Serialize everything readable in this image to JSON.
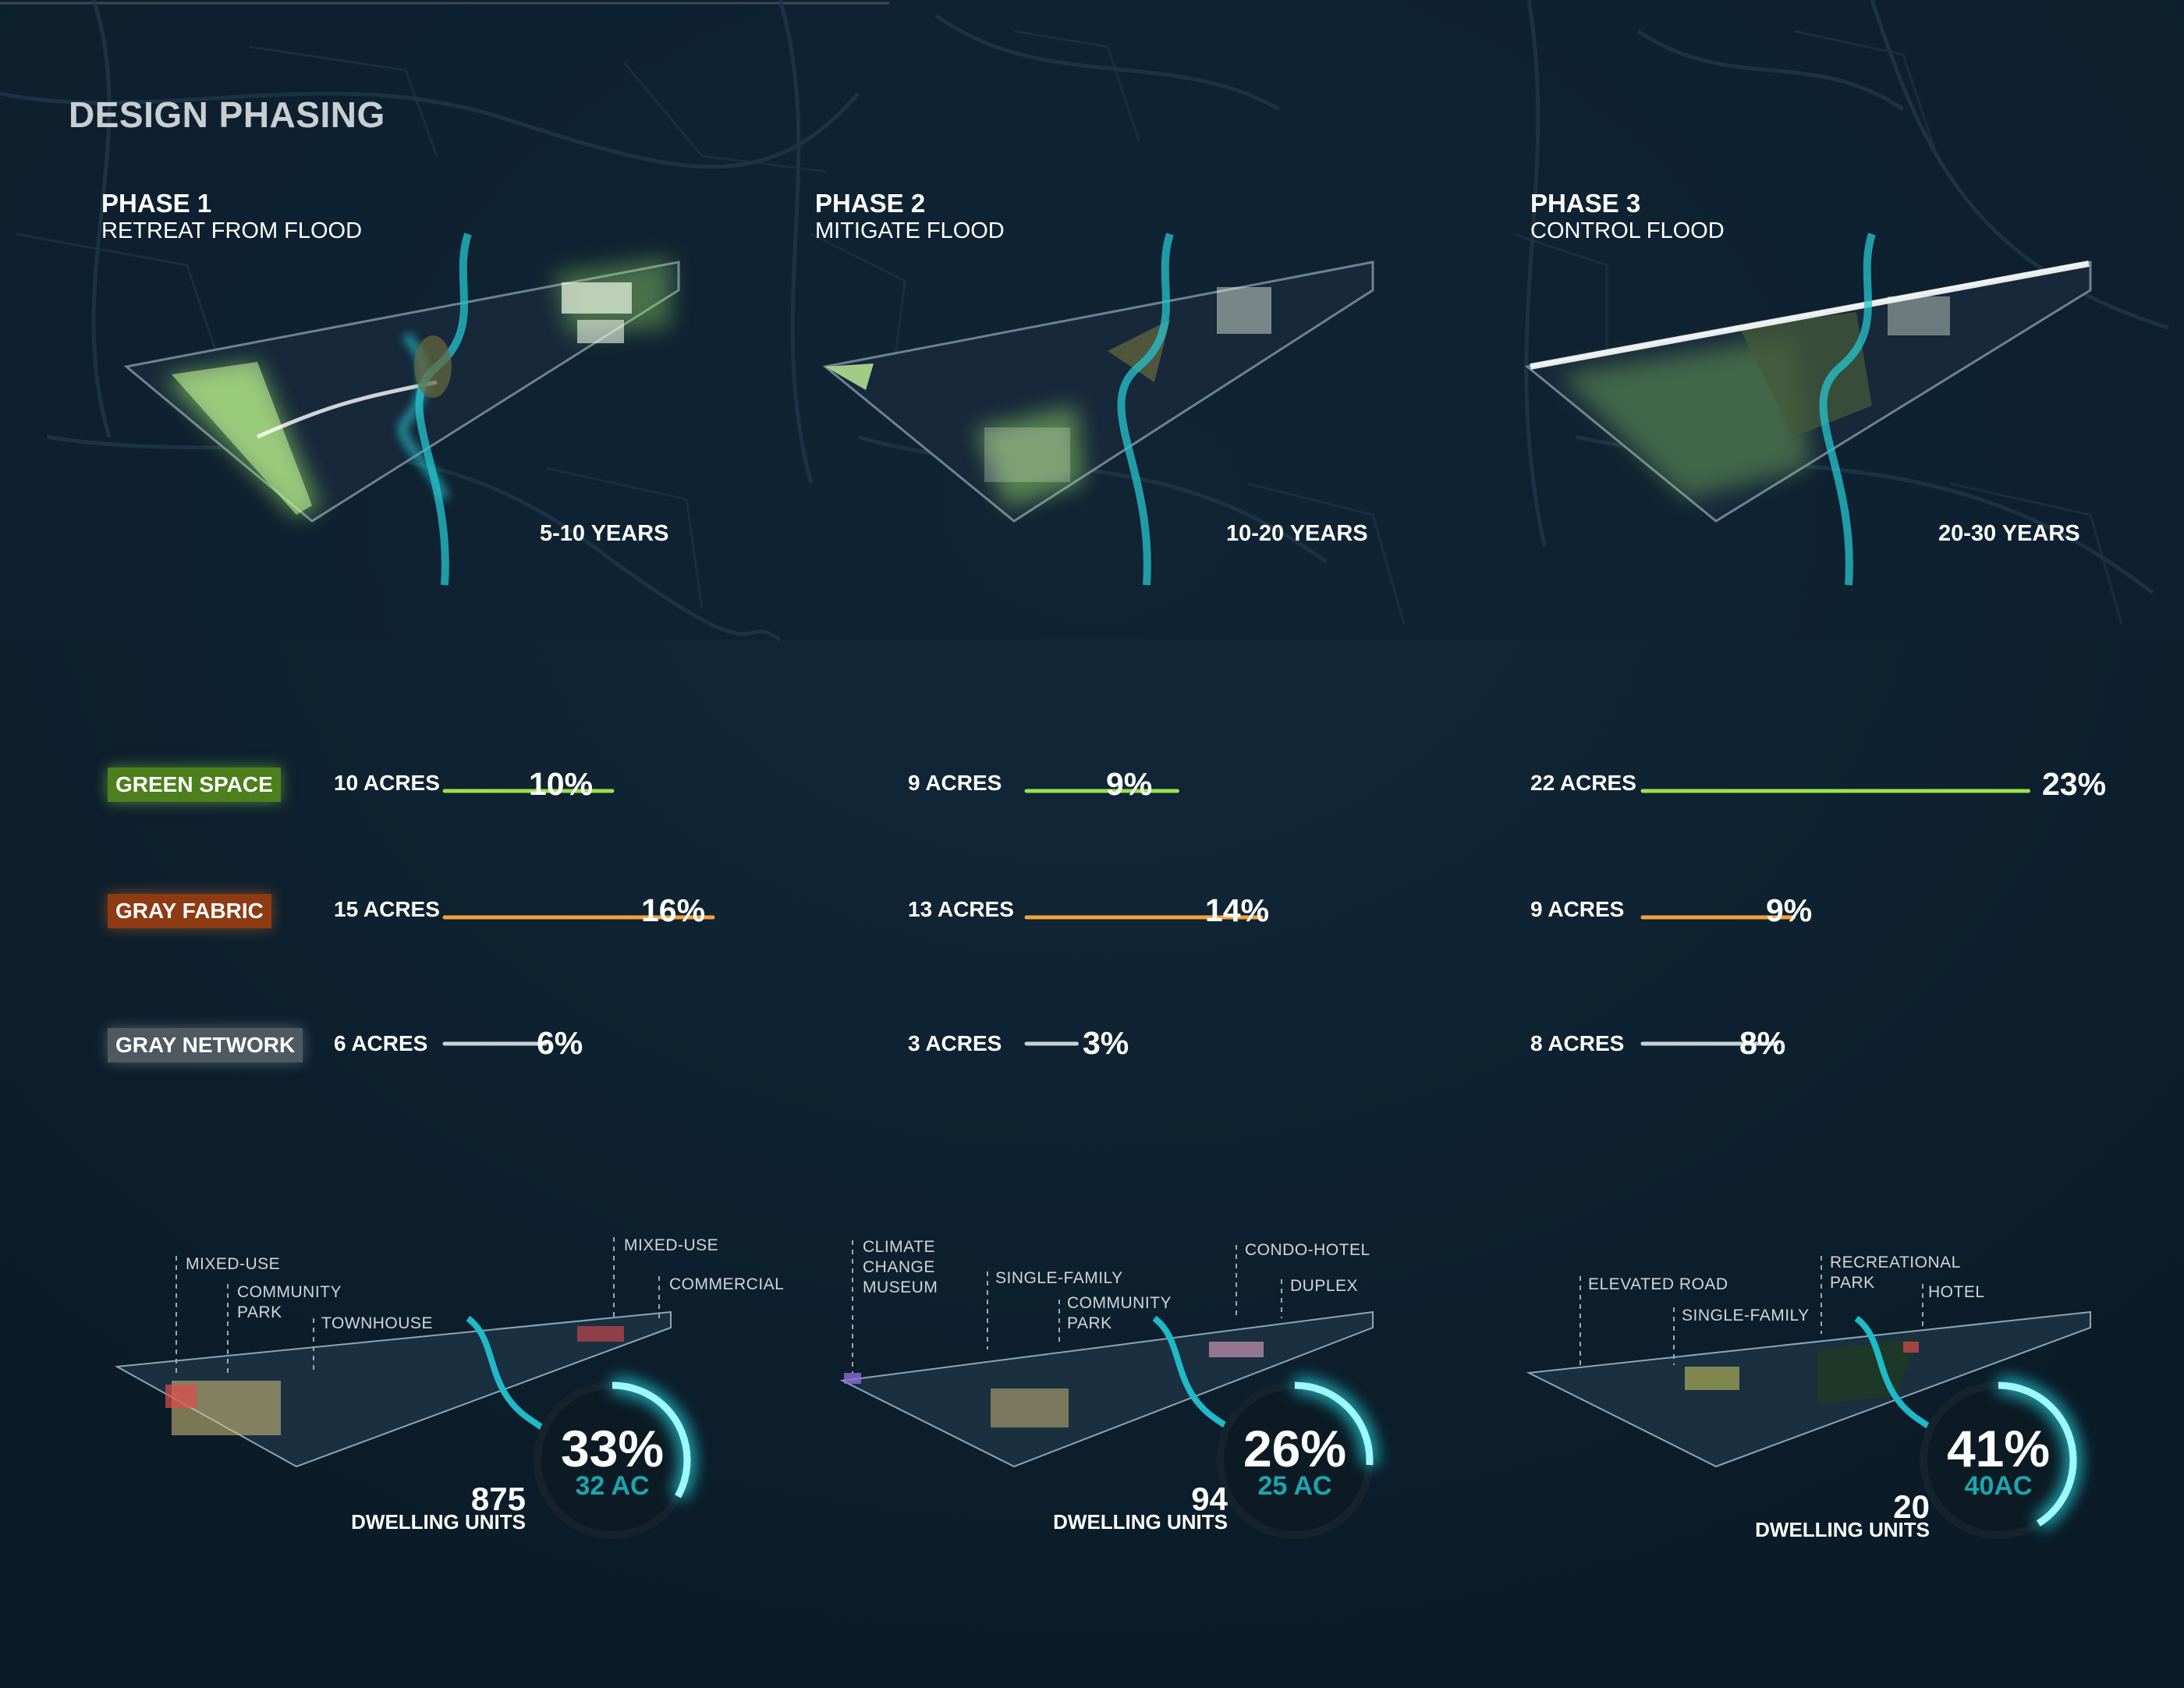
{
  "title": "DESIGN PHASING",
  "phases": [
    {
      "name": "PHASE 1",
      "subtitle": "RETREAT FROM FLOOD",
      "years": "5-10 YEARS"
    },
    {
      "name": "PHASE 2",
      "subtitle": "MITIGATE FLOOD",
      "years": "10-20 YEARS"
    },
    {
      "name": "PHASE 3",
      "subtitle": "CONTROL FLOOD",
      "years": "20-30 YEARS"
    }
  ],
  "legend": {
    "green_space": "GREEN SPACE",
    "gray_fabric": "GRAY FABRIC",
    "gray_network": "GRAY NETWORK"
  },
  "colors": {
    "background": "#0d2030",
    "green": "#9be24a",
    "green_badge": "#4d7f1c",
    "orange": "#f5a23c",
    "orange_badge": "#8e3a13",
    "gray": "#c7d2d8",
    "gray_badge": "#4f5961",
    "teal": "#26d4dc",
    "river": "#1fb9c8"
  },
  "chart_data": {
    "type": "bar",
    "categories": [
      "PHASE 1",
      "PHASE 2",
      "PHASE 3"
    ],
    "series": [
      {
        "name": "GREEN SPACE",
        "acres_labels": [
          "10 ACRES",
          "9 ACRES",
          "22 ACRES"
        ],
        "pct_labels": [
          "10%",
          "9%",
          "23%"
        ],
        "values": [
          10,
          9,
          23
        ]
      },
      {
        "name": "GRAY FABRIC",
        "acres_labels": [
          "15 ACRES",
          "13 ACRES",
          "9 ACRES"
        ],
        "pct_labels": [
          "16%",
          "14%",
          "9%"
        ],
        "values": [
          16,
          14,
          9
        ]
      },
      {
        "name": "GRAY NETWORK",
        "acres_labels": [
          "6 ACRES",
          "3 ACRES",
          "8 ACRES"
        ],
        "pct_labels": [
          "6%",
          "3%",
          "8%"
        ],
        "values": [
          6,
          3,
          8
        ]
      }
    ]
  },
  "housing": [
    {
      "labels": [
        "MIXED-USE",
        "COMMUNITY PARK",
        "TOWNHOUSE",
        "MIXED-USE",
        "COMMERCIAL"
      ],
      "ring_pct_label": "33%",
      "ring_value": 33,
      "ring_ac": "32 AC",
      "units": "875",
      "units_label": "DWELLING UNITS"
    },
    {
      "labels": [
        "CLIMATE CHANGE MUSEUM",
        "SINGLE-FAMILY",
        "COMMUNITY PARK",
        "CONDO-HOTEL",
        "DUPLEX"
      ],
      "ring_pct_label": "26%",
      "ring_value": 26,
      "ring_ac": "25 AC",
      "units": "94",
      "units_label": "DWELLING UNITS"
    },
    {
      "labels": [
        "ELEVATED ROAD",
        "SINGLE-FAMILY",
        "RECREATIONAL PARK",
        "HOTEL"
      ],
      "ring_pct_label": "41%",
      "ring_value": 41,
      "ring_ac": "40AC",
      "units": "20",
      "units_label": "DWELLING UNITS"
    }
  ]
}
